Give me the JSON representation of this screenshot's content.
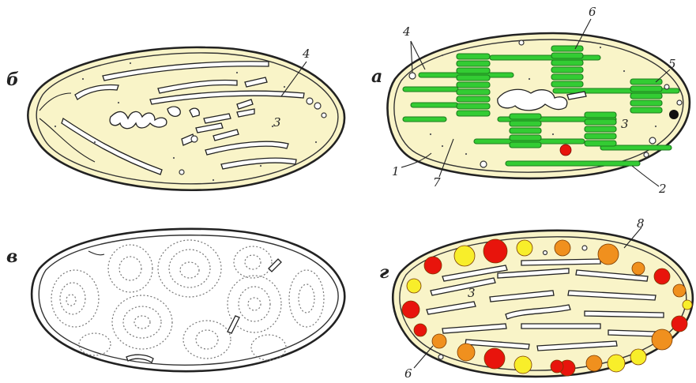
{
  "panels": {
    "b": {
      "label": "б",
      "numbers": [
        "4",
        "3"
      ]
    },
    "a": {
      "label": "а",
      "numbers": [
        "4",
        "6",
        "5",
        "3",
        "1",
        "7",
        "2"
      ]
    },
    "v": {
      "label": "в"
    },
    "g": {
      "label": "г",
      "numbers": [
        "8",
        "3",
        "6"
      ]
    }
  },
  "colors": {
    "stroma": "#f9f4c8",
    "thylakoid": "#33cc33",
    "red_droplet": "#e8140c",
    "orange_droplet": "#f0901e",
    "yellow_droplet": "#f8ee2a"
  }
}
